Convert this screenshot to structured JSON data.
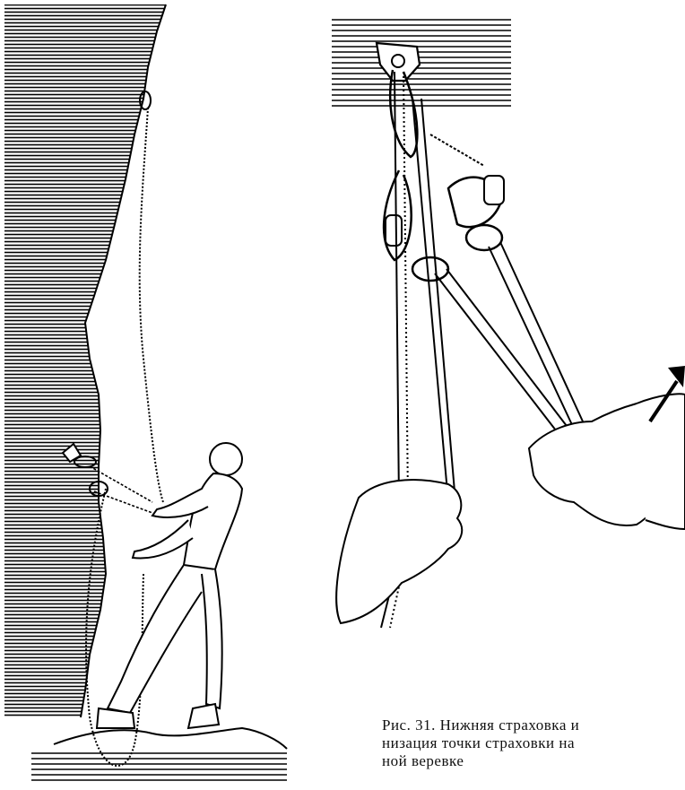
{
  "caption": {
    "line1": "Рис. 31. Нижняя страховка и",
    "line2": "низация точки страховки на",
    "line3": "ной веревке"
  },
  "colors": {
    "ink": "#000000",
    "paper": "#ffffff"
  }
}
